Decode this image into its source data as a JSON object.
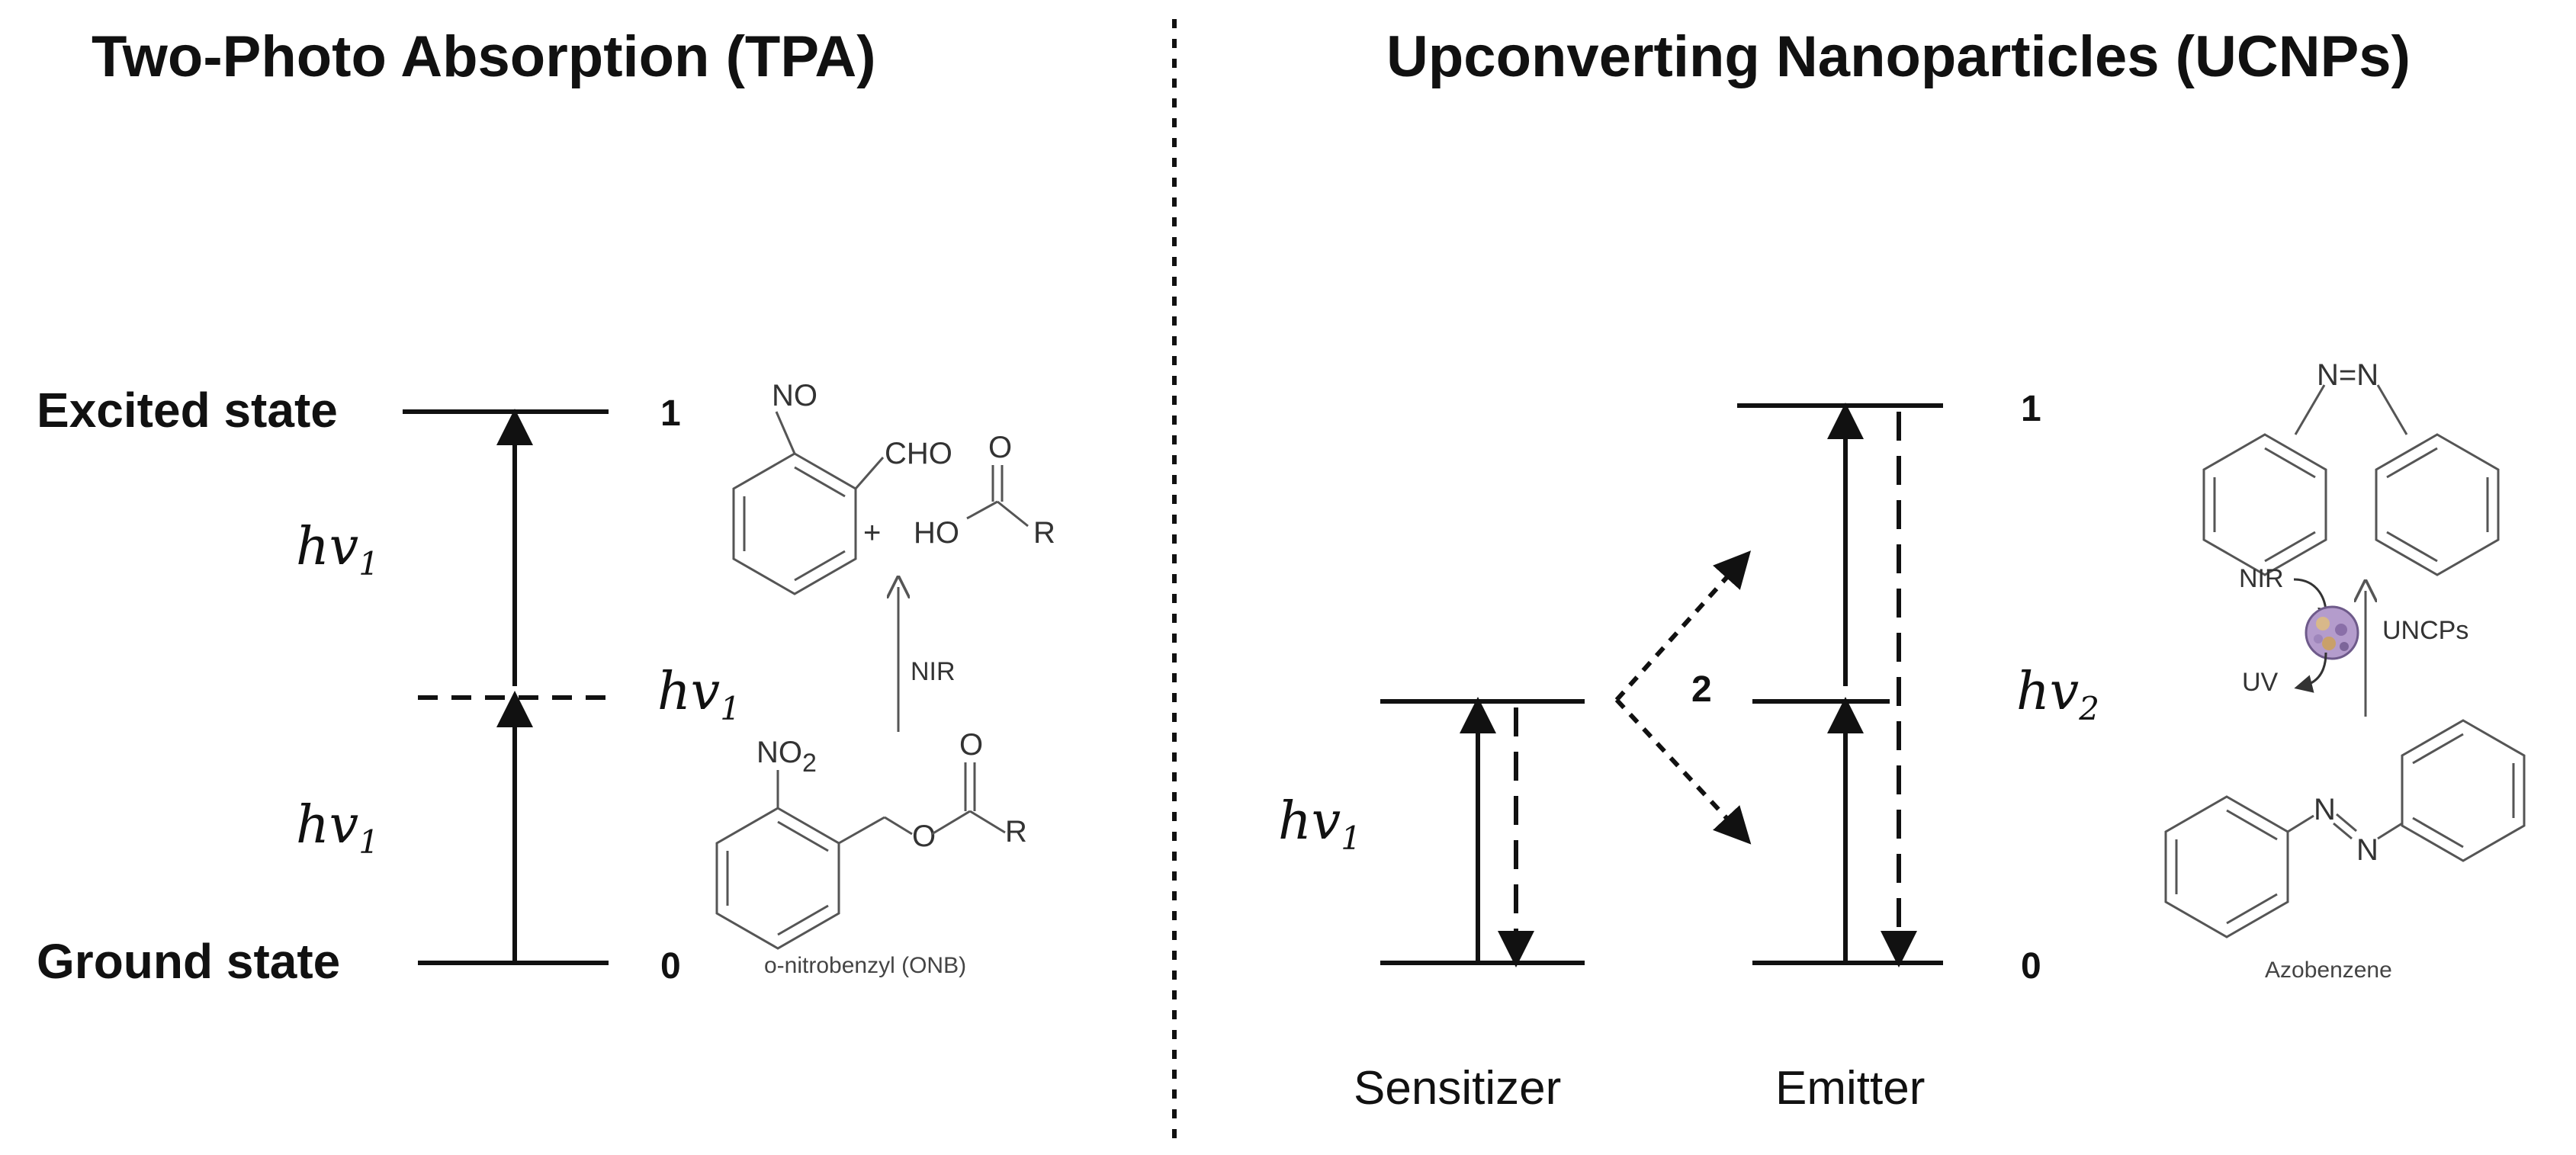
{
  "tpa": {
    "title": "Two-Photo Absorption (TPA)",
    "excited_state_label": "Excited state",
    "ground_state_label": "Ground state",
    "level_excited": "1",
    "level_ground": "0",
    "photon_symbol": "hv",
    "photon_subscript": "1",
    "chemistry": {
      "product_nitroso": "NO",
      "product_aldehyde": "CHO",
      "product_plus": "+",
      "product_ho": "HO",
      "product_o": "O",
      "product_r": "R",
      "stimulus": "NIR",
      "reactant_no2": "NO",
      "reactant_no2_sub": "2",
      "reactant_ester_o": "O",
      "reactant_carbonyl_o": "O",
      "reactant_r": "R",
      "caption": "o-nitrobenzyl (ONB)"
    }
  },
  "ucnp": {
    "title": "Upconverting Nanoparticles (UCNPs)",
    "sensitizer_label": "Sensitizer",
    "emitter_label": "Emitter",
    "level_top": "1",
    "level_middle": "2",
    "level_bottom": "0",
    "photon_in_symbol": "hv",
    "photon_in_subscript": "1",
    "photon_out_symbol": "hv",
    "photon_out_subscript": "2",
    "chemistry": {
      "azo_top": "N=N",
      "nir": "NIR",
      "uv": "UV",
      "uncps": "UNCPs",
      "azo_n1": "N",
      "azo_n2": "N",
      "caption": "Azobenzene"
    }
  },
  "colors": {
    "line": "#111111",
    "chem_line": "#555555",
    "nanoparticle": "#8a6fa8"
  }
}
